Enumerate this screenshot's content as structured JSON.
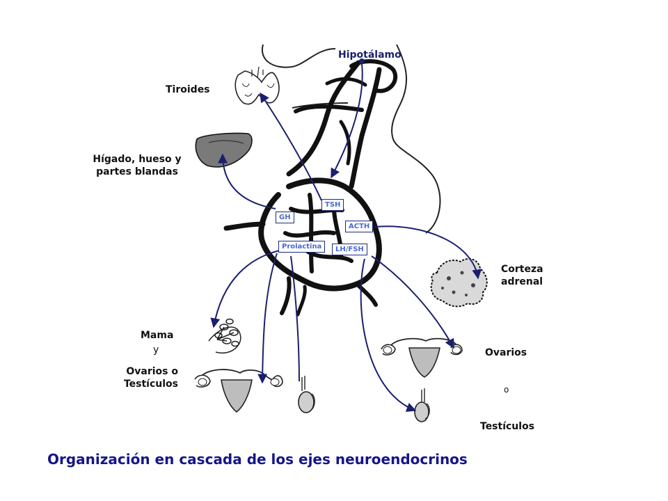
{
  "labels": {
    "hypothalamus": "Hipotálamo",
    "thyroid": "Tiroides",
    "liver_line1": "Hígado, hueso y",
    "liver_line2": "partes blandas",
    "adrenal_line1": "Corteza",
    "adrenal_line2": "adrenal",
    "breast": "Mama",
    "and": "y",
    "gonads_line1": "Ovarios o",
    "gonads_line2": "Testículos",
    "ovaries": "Ovarios",
    "or": "o",
    "testes": "Testículos"
  },
  "hormones": {
    "tsh": "TSH",
    "gh": "GH",
    "acth": "ACTH",
    "prolactin": "Prolactina",
    "lhfsh": "LH/FSH"
  },
  "caption": "Organización en cascada de los ejes neuroendocrinos",
  "colors": {
    "arrow": "#1a1f6e",
    "hormone_text": "#4a6ad0",
    "caption": "#15158a"
  }
}
